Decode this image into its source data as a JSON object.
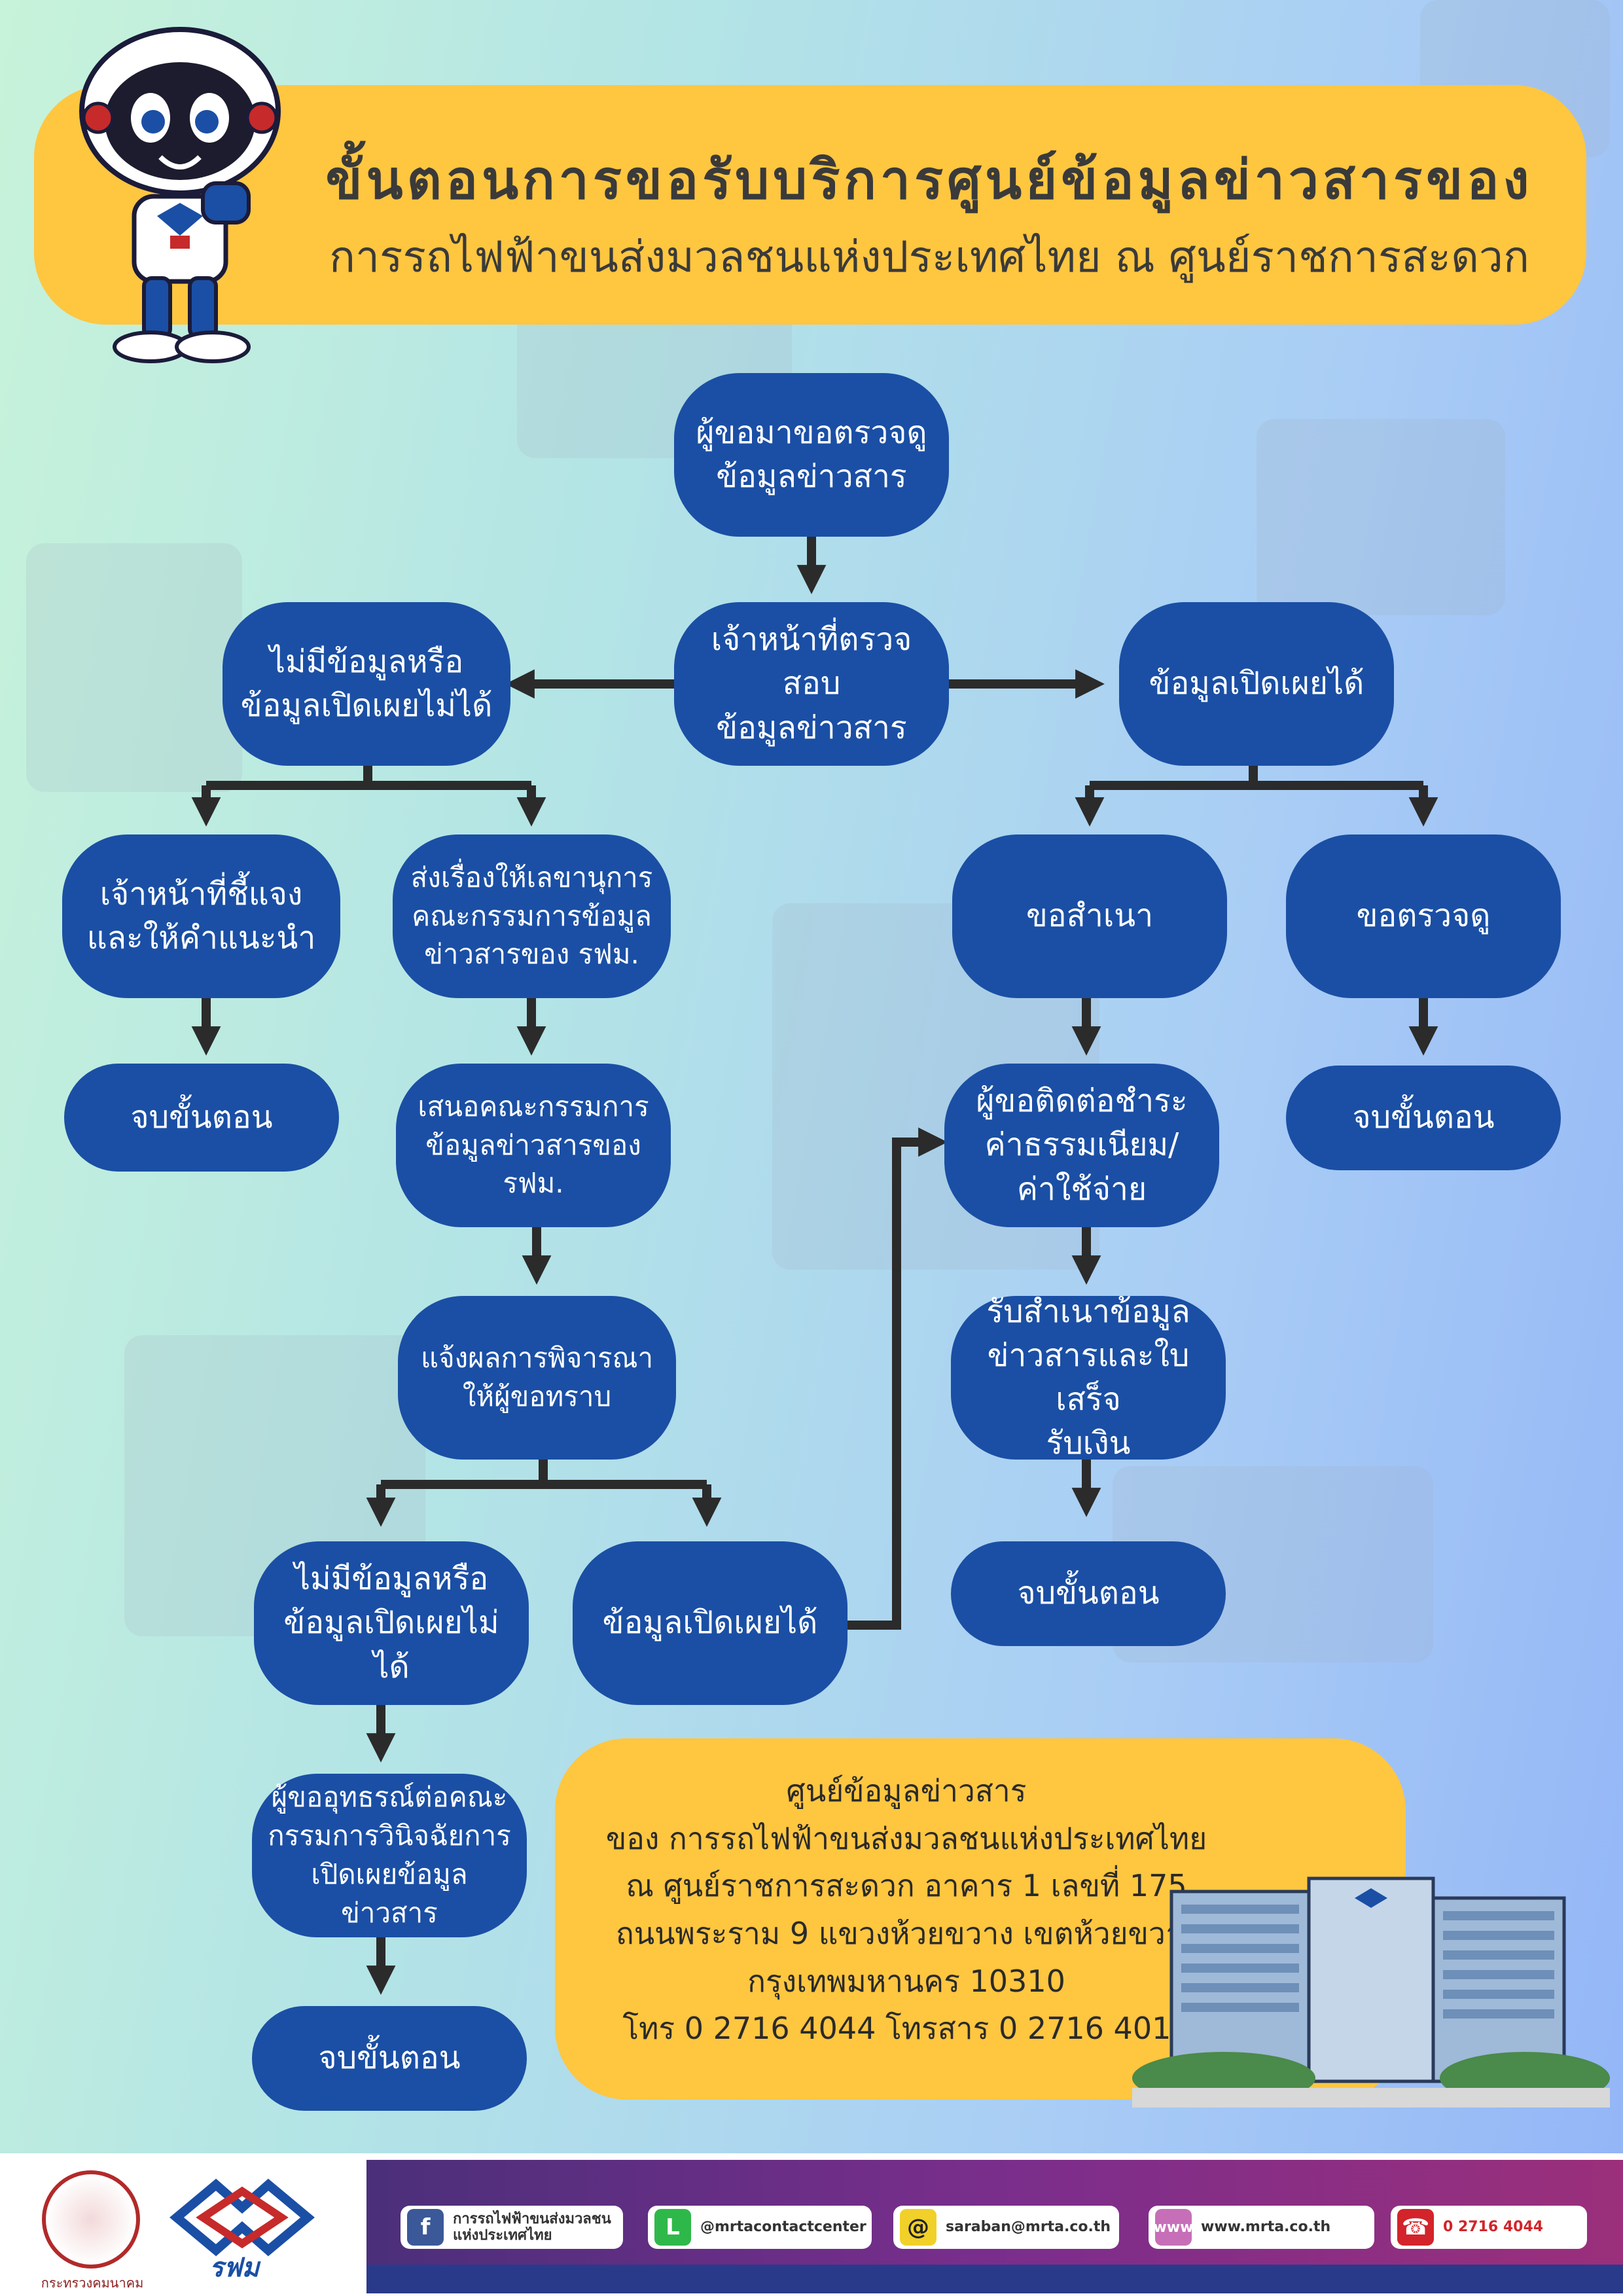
{
  "header": {
    "title_line1": "ขั้นตอนการขอรับบริการศูนย์ข้อมูลข่าวสารของ",
    "title_line2": "การรถไฟฟ้าขนส่งมวลชนแห่งประเทศไทย ณ ศูนย์ราชการสะดวก"
  },
  "flow": {
    "start": "ผู้ขอมาขอตรวจดู\nข้อมูลข่าวสาร",
    "check": "เจ้าหน้าที่ตรวจสอบ\nข้อมูลข่าวสาร",
    "not_available": "ไม่มีข้อมูลหรือ\nข้อมูลเปิดเผยไม่ได้",
    "available": "ข้อมูลเปิดเผยได้",
    "officer_explain": "เจ้าหน้าที่ชี้แจง\nและให้คำแนะนำ",
    "end1": "จบขั้นตอน",
    "forward_committee": "ส่งเรื่องให้เลขานุการ\nคณะกรรมการข้อมูล\nข่าวสารของ รฟม.",
    "propose_committee": "เสนอคณะกรรมการ\nข้อมูลข่าวสารของ\nรฟม.",
    "notify_result": "แจ้งผลการพิจารณา\nให้ผู้ขอทราบ",
    "not_available2": "ไม่มีข้อมูลหรือ\nข้อมูลเปิดเผยไม่ได้",
    "available2": "ข้อมูลเปิดเผยได้",
    "appeal": "ผู้ขออุทธรณ์ต่อคณะ\nกรรมการวินิจฉัยการ\nเปิดเผยข้อมูลข่าวสาร",
    "end_appeal": "จบขั้นตอน",
    "request_copy": "ขอสำเนา",
    "request_view": "ขอตรวจดู",
    "end_view": "จบขั้นตอน",
    "pay_fee": "ผู้ขอติดต่อชำระ\nค่าธรรมเนียม/\nค่าใช้จ่าย",
    "receive_copy": "รับสำเนาข้อมูล\nข่าวสารและใบเสร็จ\nรับเงิน",
    "end_copy": "จบขั้นตอน"
  },
  "contact": {
    "line1": "ศูนย์ข้อมูลข่าวสาร",
    "line2": "ของ การรถไฟฟ้าขนส่งมวลชนแห่งประเทศไทย",
    "line3": "ณ ศูนย์ราชการสะดวก อาคาร 1 เลขที่ 175",
    "line4": "ถนนพระราม 9 แขวงห้วยขวาง เขตห้วยขวาง",
    "line5": "กรุงเทพมหานคร 10310",
    "line6": "โทร 0 2716 4044 โทรสาร 0 2716 4019"
  },
  "footer": {
    "ministry": "กระทรวงคมนาคม",
    "srt_logo_text": "รฟม",
    "facebook": "การรถไฟฟ้าขนส่งมวลชน\nแห่งประเทศไทย",
    "line": "@mrtacontactcenter",
    "email": "saraban@mrta.co.th",
    "web": "www.mrta.co.th",
    "phone": "0 2716 4044"
  },
  "colors": {
    "node": "#1a4fa5",
    "banner": "#ffc640",
    "arrow": "#2b2b2b"
  }
}
